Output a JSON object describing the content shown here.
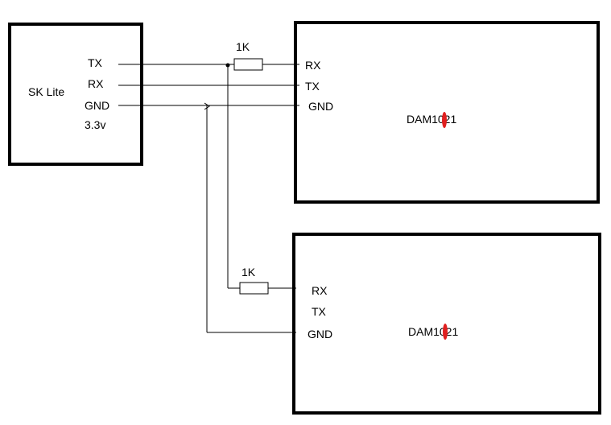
{
  "sk_lite": {
    "title": "SK Lite",
    "pins": [
      "TX",
      "RX",
      "GND",
      "3.3v"
    ]
  },
  "module_top": {
    "title": "DAM1021",
    "pins": [
      "RX",
      "TX",
      "GND"
    ]
  },
  "module_bottom": {
    "title": "DAM1021",
    "pins": [
      "RX",
      "TX",
      "GND"
    ]
  },
  "resistor_top": {
    "value": "1K"
  },
  "resistor_bottom": {
    "value": "1K"
  },
  "colors": {
    "line": "#000000",
    "highlight": "#e02020"
  }
}
